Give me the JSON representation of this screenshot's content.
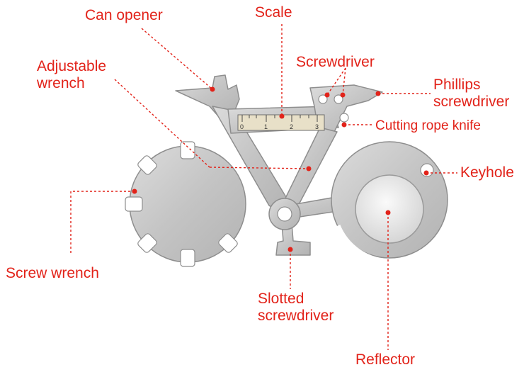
{
  "colors": {
    "accent": "#e2231a",
    "metal": "#c9c9c9",
    "metal_edge": "#8e8e8e",
    "reflector": "#ececec"
  },
  "labels": {
    "can_opener": "Can opener",
    "scale": "Scale",
    "adjustable_wrench_1": "Adjustable",
    "adjustable_wrench_2": "wrench",
    "screwdriver": "Screwdriver",
    "phillips_1": "Phillips",
    "phillips_2": "screwdriver",
    "cutting_rope_knife": "Cutting rope knife",
    "keyhole": "Keyhole",
    "screw_wrench": "Screw wrench",
    "slotted_1": "Slotted",
    "slotted_2": "screwdriver",
    "reflector": "Reflector"
  },
  "scale_ticks": [
    "0",
    "1",
    "2",
    "3"
  ]
}
